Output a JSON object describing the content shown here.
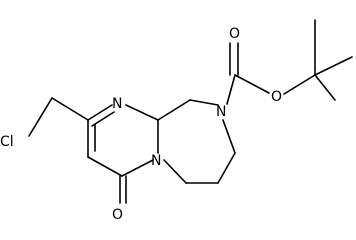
{
  "molecule": {
    "atoms": {
      "chlorine": "Cl",
      "ring_nitrogen_top": "N",
      "ring_nitrogen_bottom": "N",
      "ring_nitrogen_right": "N",
      "carbonyl_oxygen_bottom": "O",
      "ester_carbonyl_oxygen": "O",
      "ester_oxygen": "O"
    },
    "colors": {
      "bond": "#000000",
      "label": "#000000",
      "background": "#ffffff"
    }
  }
}
